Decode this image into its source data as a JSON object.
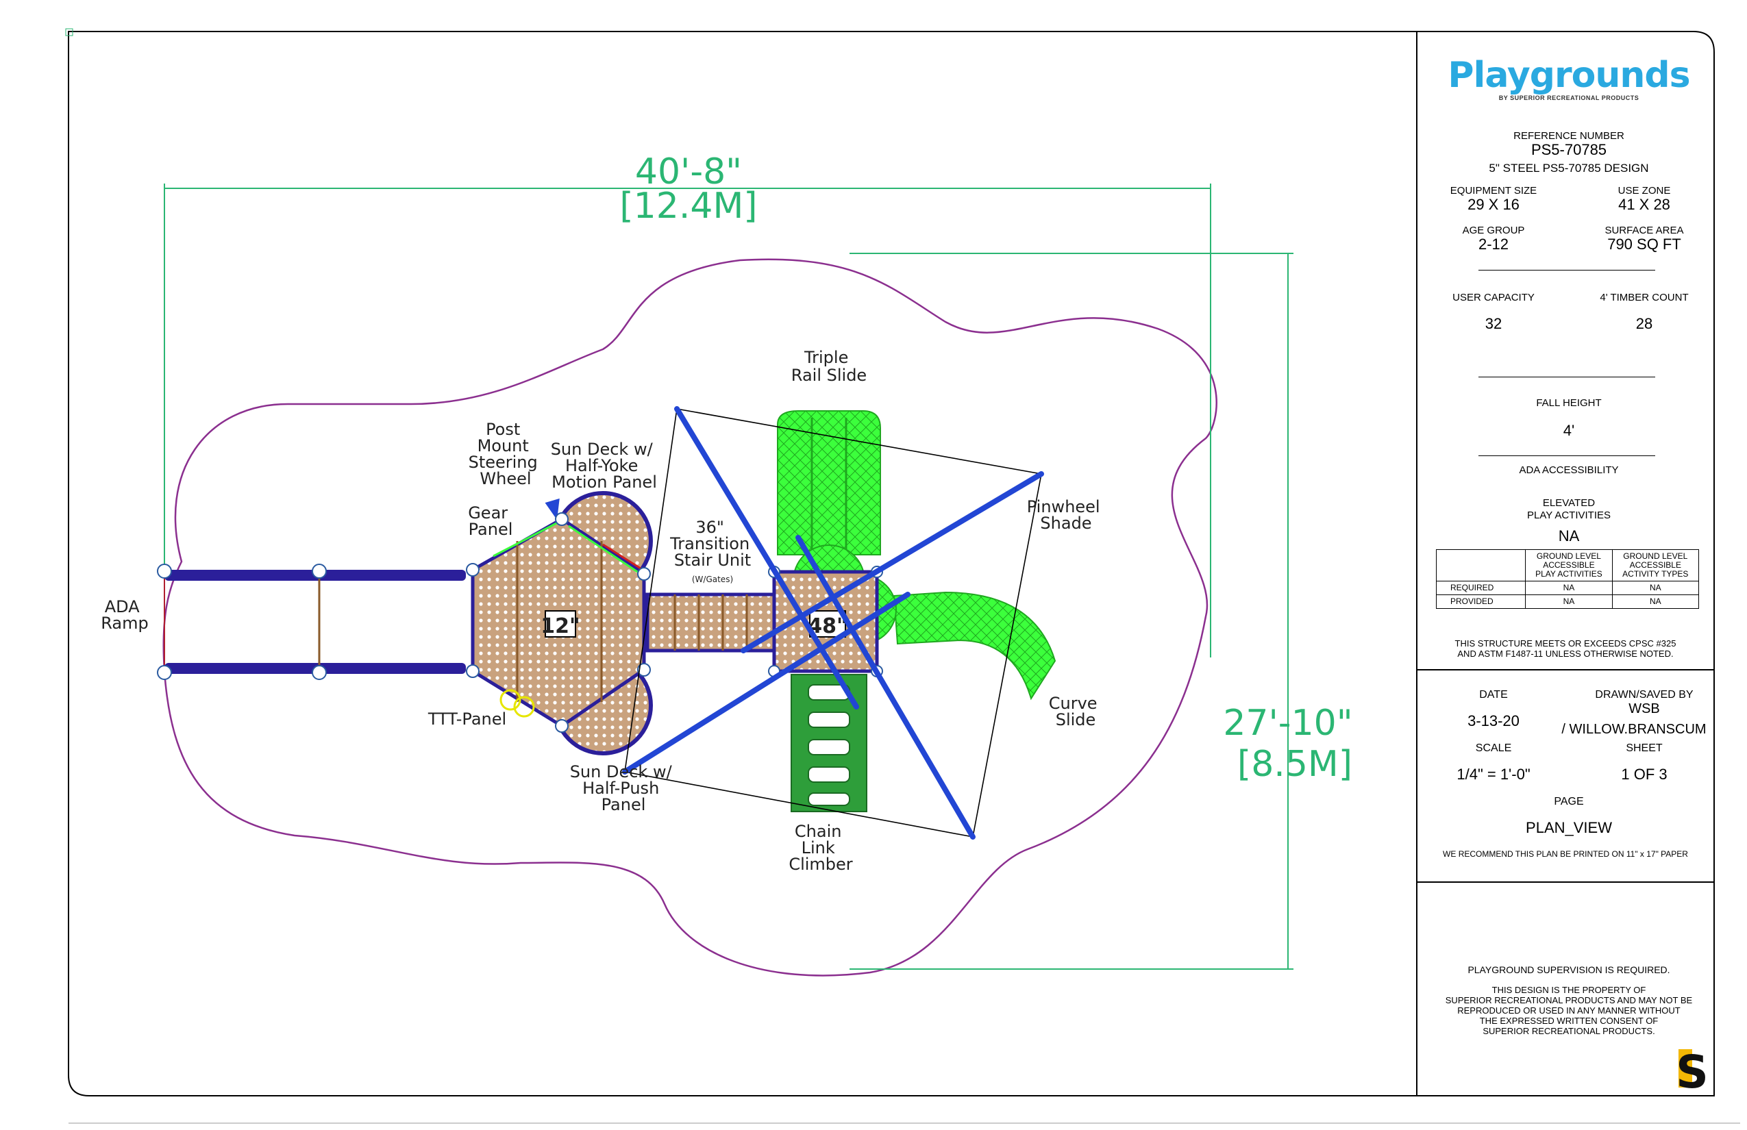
{
  "diagram_labels": {
    "triple_rail_slide": [
      "Triple",
      "Rail Slide"
    ],
    "post_mount_steering_wheel": [
      "Post",
      "Mount",
      "Steering",
      "Wheel"
    ],
    "sun_deck_half_yoke": [
      "Sun Deck w/",
      "Half-Yoke",
      "Motion Panel"
    ],
    "gear_panel": [
      "Gear",
      "Panel"
    ],
    "transition_stair": [
      "36\"",
      "Transition",
      "Stair Unit"
    ],
    "transition_gates": "(W/Gates)",
    "pinwheel_shade": [
      "Pinwheel",
      "Shade"
    ],
    "ada_ramp": [
      "ADA",
      "Ramp"
    ],
    "ttt_panel": "TTT-Panel",
    "curve_slide": [
      "Curve",
      "Slide"
    ],
    "sun_deck_half_push": [
      "Sun Deck w/",
      "Half-Push",
      "Panel"
    ],
    "chain_link_climber": [
      "Chain",
      "Link",
      "Climber"
    ],
    "deck_height_1": "12\"",
    "deck_height_2": "48\""
  },
  "dimensions": {
    "width_ft": "40'-8\"",
    "width_m": "[12.4M]",
    "depth_ft": "27'-10\"",
    "depth_m": "[8.5M]"
  },
  "title_block": {
    "logo": "Playgrounds",
    "logo_sub": "BY SUPERIOR RECREATIONAL PRODUCTS",
    "reference_number_label": "REFERENCE NUMBER",
    "reference_number": "PS5-70785",
    "design": "5\" STEEL PS5-70785 DESIGN",
    "equipment_size_label": "EQUIPMENT SIZE",
    "equipment_size": "29  X  16",
    "use_zone_label": "USE ZONE",
    "use_zone": "41  X  28",
    "age_group_label": "AGE GROUP",
    "age_group": "2-12",
    "surface_area_label": "SURFACE AREA",
    "surface_area": "790  SQ  FT",
    "user_capacity_label": "USER CAPACITY",
    "user_capacity": "32",
    "timber_count_label": "4' TIMBER COUNT",
    "timber_count": "28",
    "fall_height_label": "FALL HEIGHT",
    "fall_height": "4'",
    "ada_label": "ADA ACCESSIBILITY",
    "elevated_label_1": "ELEVATED",
    "elevated_label_2": "PLAY ACTIVITIES",
    "elevated_value": "NA",
    "ada_table": {
      "col1": [
        "GROUND LEVEL",
        "ACCESSIBLE",
        "PLAY ACTIVITIES"
      ],
      "col2": [
        "GROUND LEVEL",
        "ACCESSIBLE",
        "ACTIVITY TYPES"
      ],
      "rows": [
        {
          "label": "REQUIRED",
          "v1": "NA",
          "v2": "NA"
        },
        {
          "label": "PROVIDED",
          "v1": "NA",
          "v2": "NA"
        }
      ]
    },
    "compliance_1": "THIS STRUCTURE MEETS OR EXCEEDS CPSC #325",
    "compliance_2": "AND ASTM F1487-11 UNLESS OTHERWISE NOTED.",
    "date_label": "DATE",
    "date": "3-13-20",
    "drawn_label": "DRAWN/SAVED BY",
    "drawn_1": "WSB",
    "drawn_2": "/ WILLOW.BRANSCUM",
    "scale_label": "SCALE",
    "scale": "1/4\"  =  1'-0\"",
    "sheet_label": "SHEET",
    "sheet": "1   OF   3",
    "page_label": "PAGE",
    "page": "PLAN_VIEW",
    "print_note": "WE RECOMMEND THIS PLAN BE PRINTED ON 11\" x 17\" PAPER",
    "supervision": "PLAYGROUND SUPERVISION IS REQUIRED.",
    "property_1": "THIS DESIGN IS THE PROPERTY OF",
    "property_2": "SUPERIOR RECREATIONAL PRODUCTS AND MAY NOT BE",
    "property_3": "REPRODUCED OR USED IN ANY MANNER WITHOUT",
    "property_4": "THE EXPRESSED WRITTEN CONSENT OF",
    "property_5": "SUPERIOR RECREATIONAL PRODUCTS."
  },
  "colors": {
    "use_zone": "#8b2f8f",
    "dimension": "#2bb673",
    "ramp": "#2b1f9a",
    "deck": "#c9a27e",
    "slide": "#3cff3c",
    "climber": "#2e9e3a",
    "shade_arm": "#2246d4"
  }
}
